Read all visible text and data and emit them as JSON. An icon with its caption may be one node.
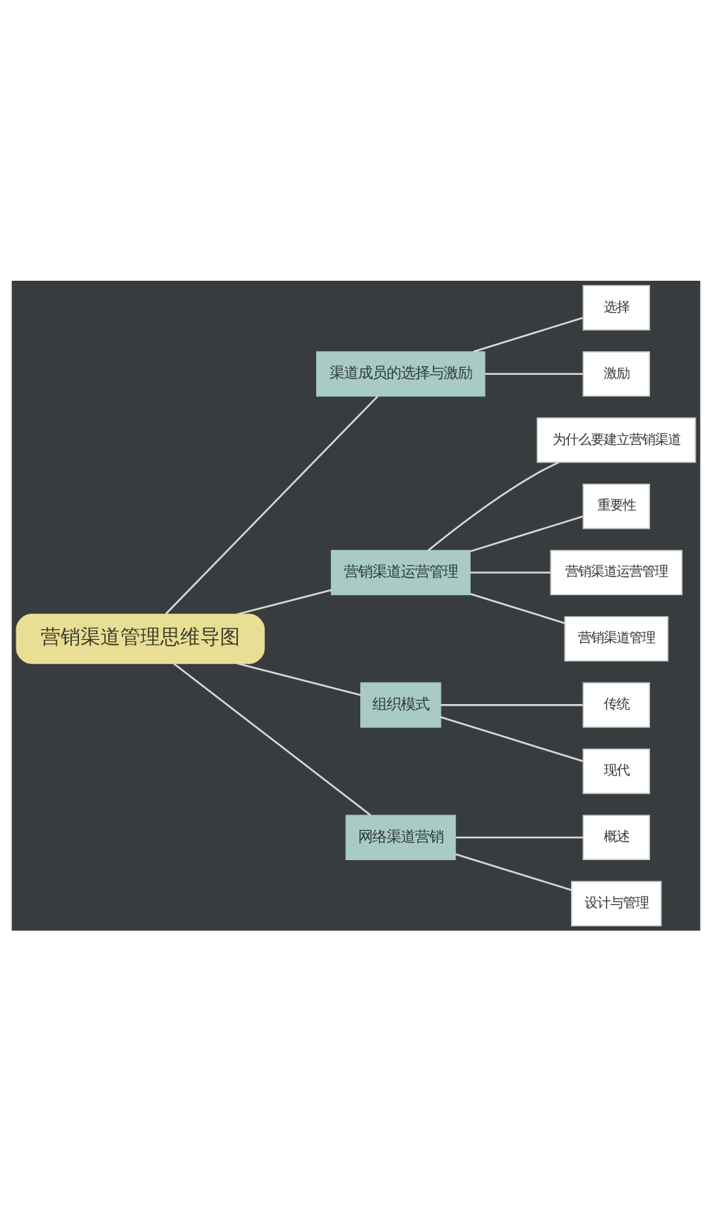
{
  "diagram": {
    "nodes": [
      {
        "text": [
          "营销渠道管理思维导图"
        ]
      },
      {
        "text": [
          "渠道成员的选择与激励"
        ]
      },
      {
        "text": [
          "选择"
        ]
      },
      {
        "text": [
          "激励"
        ]
      },
      {
        "text": [
          "营销渠道运营管理"
        ]
      },
      {
        "text": [
          "为什么要建立营销渠道"
        ]
      },
      {
        "text": [
          "重要性"
        ]
      },
      {
        "text": [
          "营销渠道运营管理"
        ]
      },
      {
        "text": [
          "营销渠道管理"
        ]
      },
      {
        "text": [
          "组织模式"
        ]
      },
      {
        "text": [
          "传统"
        ]
      },
      {
        "text": [
          "现代"
        ]
      },
      {
        "text": [
          "网络渠道营销"
        ]
      },
      {
        "text": [
          "概述"
        ]
      },
      {
        "text": [
          "设计与管理"
        ]
      }
    ],
    "edges": [
      {
        "from": 0,
        "to": 1,
        "arrow": "none"
      },
      {
        "from": 1,
        "to": 2,
        "arrow": "none"
      },
      {
        "from": 1,
        "to": 3,
        "arrow": "none"
      },
      {
        "from": 0,
        "to": 4,
        "arrow": "none"
      },
      {
        "from": 4,
        "to": 5,
        "arrow": "none"
      },
      {
        "from": 4,
        "to": 6,
        "arrow": "none"
      },
      {
        "from": 4,
        "to": 7,
        "arrow": "none"
      },
      {
        "from": 4,
        "to": 8,
        "arrow": "none"
      },
      {
        "from": 0,
        "to": 9,
        "arrow": "none"
      },
      {
        "from": 9,
        "to": 10,
        "arrow": "none"
      },
      {
        "from": 9,
        "to": 11,
        "arrow": "none"
      },
      {
        "from": 0,
        "to": 12,
        "arrow": "none"
      },
      {
        "from": 12,
        "to": 13,
        "arrow": "none"
      },
      {
        "from": 12,
        "to": 14,
        "arrow": "none"
      }
    ]
  }
}
